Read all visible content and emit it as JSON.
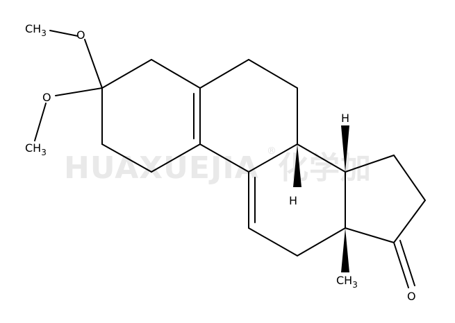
{
  "molecule": {
    "labels": {
      "ch3_top": {
        "main": "CH",
        "sub": "3"
      },
      "o_top": "O",
      "o_left": "O",
      "ch3_left": {
        "main": "CH",
        "sub": "3"
      },
      "h_top": "H",
      "h_bottom": "H",
      "ch3_bottom": {
        "main": "CH",
        "sub": "3"
      },
      "o_ketone": "O"
    }
  },
  "watermark": {
    "text": "HUAXUEJIA",
    "registered": "®",
    "cjk": "化学加"
  }
}
